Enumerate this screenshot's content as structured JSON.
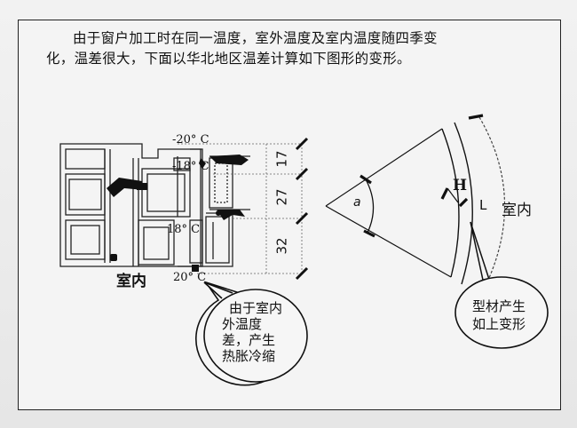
{
  "paragraph": {
    "line1": "由于窗户加工时在同一温度，室外温度及室内温度随四季变",
    "line2": "化，温差很大，下面以华北地区温差计算如下图形的变形。"
  },
  "section_drawing": {
    "temp_outer_top": "-20° C",
    "temp_inner_top": "-18° C",
    "temp_middle": "18° C",
    "temp_bottom": "20° C",
    "dim_1": "17",
    "dim_2": "27",
    "dim_3": "32",
    "room_label": "室内"
  },
  "callout_left": {
    "line1": "由于室内",
    "line2": "外温度",
    "line3": "差，产生",
    "line4": "热胀冷缩"
  },
  "sector_diagram": {
    "angle_label": "a",
    "h_label": "H",
    "l_label": "L",
    "room_label": "室内"
  },
  "callout_right": {
    "line1": "型材产生",
    "line2": "如上变形"
  }
}
